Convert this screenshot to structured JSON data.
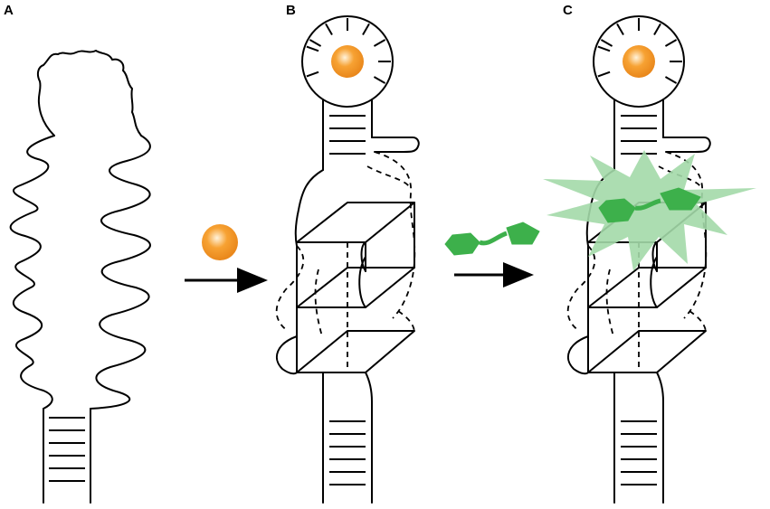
{
  "panels": [
    {
      "id": "A",
      "label": "A"
    },
    {
      "id": "B",
      "label": "B"
    },
    {
      "id": "C",
      "label": "C"
    }
  ],
  "colors": {
    "line": "#000000",
    "metal_ion_light": "#fff3dc",
    "metal_ion_mid": "#f7a233",
    "metal_ion_dark": "#e9871b",
    "fluorophore": "#3db04b",
    "fluorescence_burst": "#a3d9a9"
  },
  "icons": [
    "metal-ion-sphere",
    "arrow-right",
    "dye-molecule",
    "fluorescence-burst"
  ]
}
